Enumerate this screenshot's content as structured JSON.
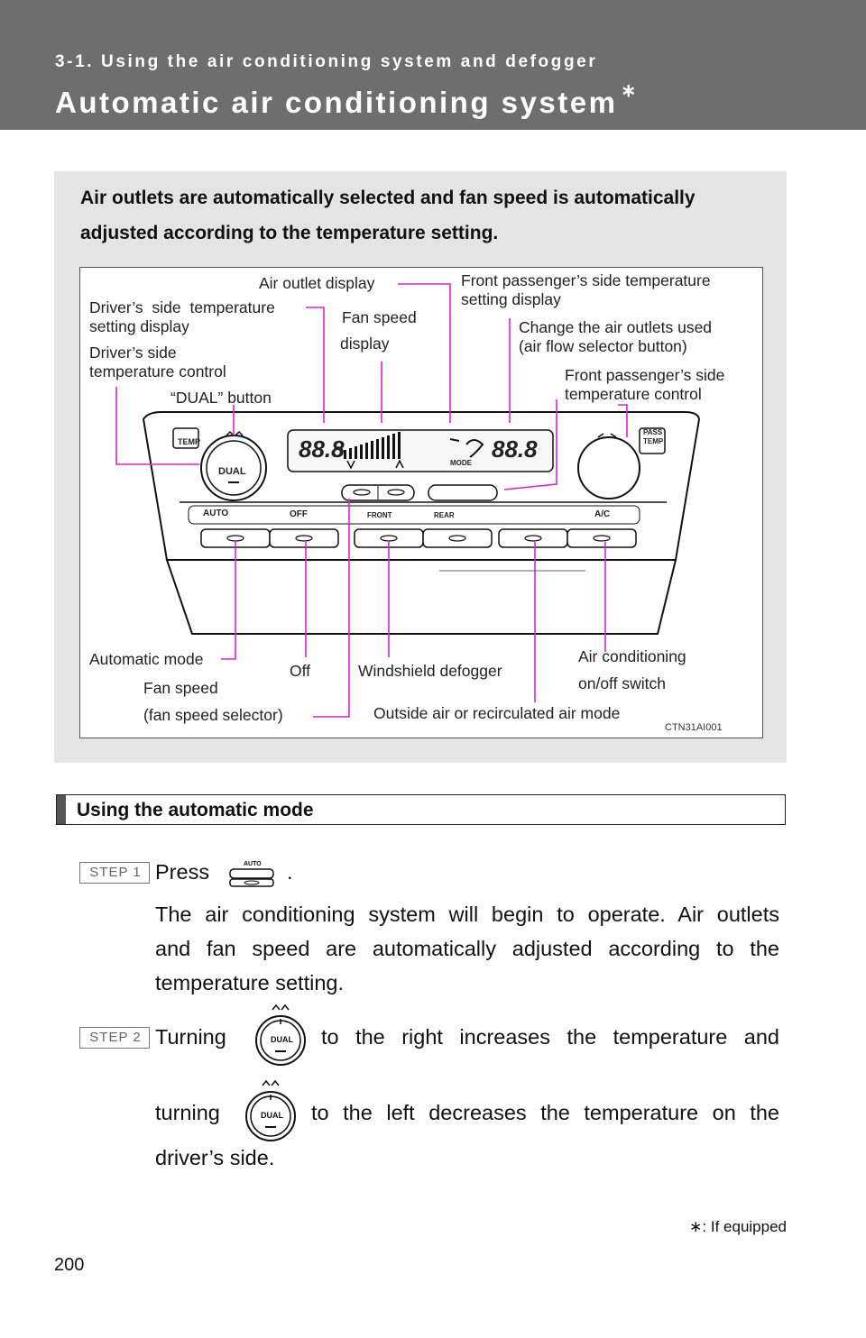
{
  "header": {
    "section": "3-1. Using the air conditioning system and defogger",
    "title": "Automatic air conditioning system",
    "title_mark": "∗"
  },
  "intro": {
    "text": "Air outlets are automatically selected and fan speed is automatically adjusted according to the temperature setting."
  },
  "figure": {
    "labels": {
      "air_outlet_display": "Air outlet display",
      "front_pass_temp_display_1": "Front passenger’s side temperature",
      "front_pass_temp_display_2": "setting display",
      "driver_temp_display_1": "Driver’s side temperature",
      "driver_temp_display_2": "setting display",
      "fan_speed_display_1": "Fan speed",
      "fan_speed_display_2": "display",
      "change_outlets_1": "Change the air outlets used",
      "change_outlets_2": "(air flow selector button)",
      "driver_temp_control_1": "Driver’s side",
      "driver_temp_control_2": "temperature control",
      "front_pass_temp_control_1": "Front passenger’s side",
      "front_pass_temp_control_2": "temperature control",
      "dual_button": "“DUAL” button",
      "automatic_mode": "Automatic mode",
      "off": "Off",
      "windshield_defogger": "Windshield defogger",
      "ac_switch_1": "Air conditioning",
      "ac_switch_2": "on/off switch",
      "fan_speed_selector_1": "Fan speed",
      "fan_speed_selector_2": "(fan speed selector)",
      "outside_air": "Outside air or recirculated air mode",
      "figure_code": "CTN31AI001"
    },
    "panel": {
      "temp_button": "TEMP",
      "dual_knob": "DUAL",
      "pass_temp_button_1": "PASS",
      "pass_temp_button_2": "TEMP",
      "driver_temp_readout": "88.8",
      "pass_temp_readout": "88.8",
      "mode_text": "MODE",
      "auto_button": "AUTO",
      "off_button": "OFF",
      "front_button": "FRONT",
      "rear_button": "REAR",
      "ac_button": "A/C"
    }
  },
  "section": {
    "heading": "Using the automatic mode"
  },
  "steps": [
    {
      "badge": "STEP 1",
      "press": "Press",
      "after_icon": ".",
      "icon_label": "AUTO",
      "line1": "The air conditioning system will begin to operate. Air outlets",
      "line2": "and fan speed are automatically adjusted according to the",
      "line3": "temperature setting."
    },
    {
      "badge": "STEP 2",
      "turning1": "Turning",
      "line1_rest": "to the right increases the temperature and",
      "turning2": "turning",
      "line2_rest": "to the left decreases the temperature on the",
      "line3": "driver’s side.",
      "icon_label": "DUAL"
    }
  ],
  "footnote": "∗: If equipped",
  "page_number": "200",
  "colors": {
    "header_bg": "#6e6e6e",
    "box_bg": "#e4e4e4",
    "leader": "#e020e0"
  }
}
